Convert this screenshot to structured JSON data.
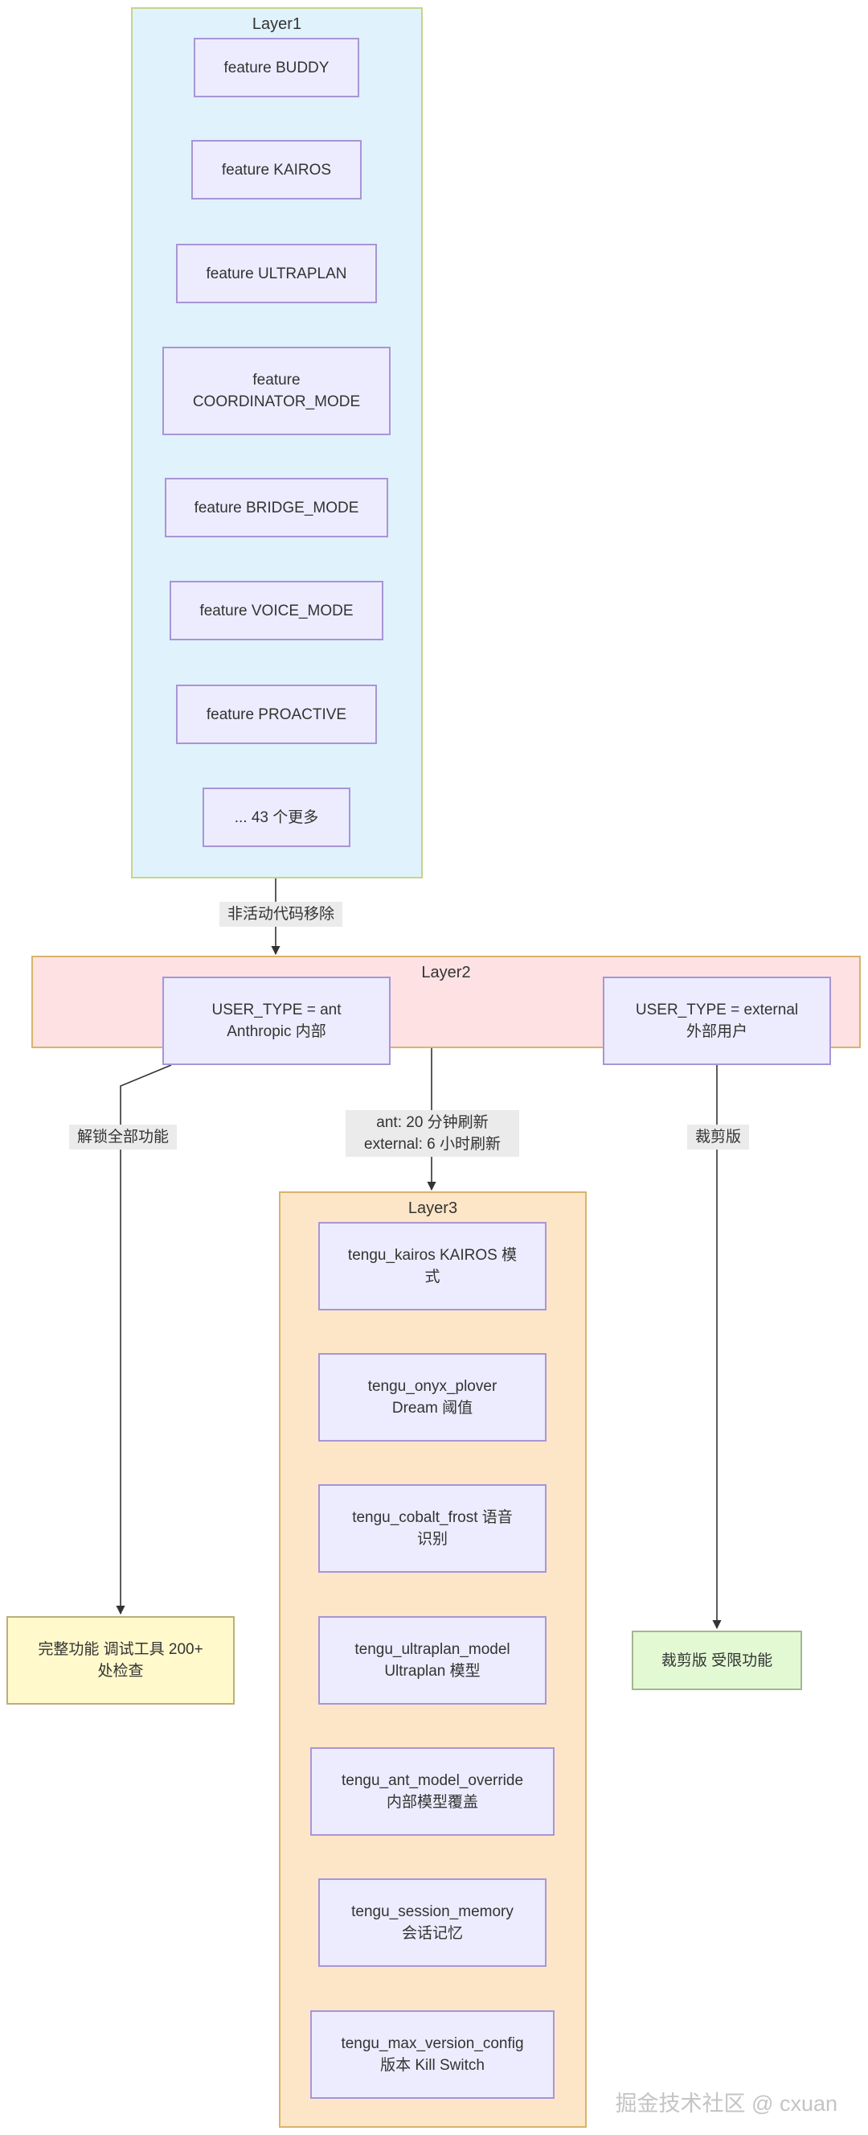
{
  "layer1": {
    "title": "Layer1",
    "nodes": [
      "feature BUDDY",
      "feature KAIROS",
      "feature ULTRAPLAN",
      "feature\nCOORDINATOR_MODE",
      "feature BRIDGE_MODE",
      "feature VOICE_MODE",
      "feature PROACTIVE",
      "... 43 个更多"
    ]
  },
  "layer2": {
    "title": "Layer2",
    "user_ant": "USER_TYPE = ant\nAnthropic 内部",
    "user_external": "USER_TYPE = external\n外部用户"
  },
  "layer3": {
    "title": "Layer3",
    "nodes": [
      "tengu_kairos KAIROS 模\n式",
      "tengu_onyx_plover\nDream 阈值",
      "tengu_cobalt_frost 语音\n识别",
      "tengu_ultraplan_model\nUltraplan 模型",
      "tengu_ant_model_override\n内部模型覆盖",
      "tengu_session_memory\n会话记忆",
      "tengu_max_version_config\n版本 Kill Switch"
    ]
  },
  "outcomes": {
    "full": "完整功能 调试工具 200+\n处检查",
    "limited": "裁剪版 受限功能"
  },
  "edge_labels": {
    "dead_code": "非活动代码移除",
    "unlock": "解锁全部功能",
    "refresh": "ant: 20 分钟刷新\nexternal: 6 小时刷新",
    "trimmed": "裁剪版"
  },
  "watermark": "掘金技术社区 @ cxuan",
  "colors": {
    "layer1_bg": "#e0f2fc",
    "layer2_bg": "#fde1e3",
    "layer3_bg": "#fde6c7",
    "node_bg": "#ececfe",
    "node_border": "#a895d6",
    "full_bg": "#fff9cc",
    "limited_bg": "#e3f9d4"
  }
}
